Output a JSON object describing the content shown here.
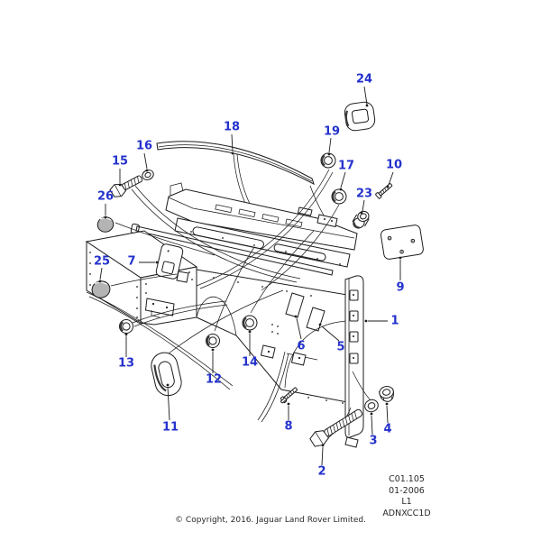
{
  "callouts": {
    "p1": "1",
    "p2": "2",
    "p3": "3",
    "p4": "4",
    "p5": "5",
    "p6": "6",
    "p7": "7",
    "p8": "8",
    "p9": "9",
    "p10": "10",
    "p11": "11",
    "p12": "12",
    "p13": "13",
    "p14": "14",
    "p15": "15",
    "p16": "16",
    "p17": "17",
    "p18": "18",
    "p19": "19",
    "p23": "23",
    "p24": "24",
    "p25": "25",
    "p26": "26"
  },
  "plate_info": {
    "drawing_code": "C01.105",
    "date_code": "01-2006",
    "sheet": "L1",
    "ref": "ADNXCC1D"
  },
  "footer": {
    "copyright": "© Copyright, 2016. Jaguar Land Rover Limited."
  },
  "colors": {
    "callout": "#2432cc",
    "line": "#1c1c1c",
    "cap-fill": "#b4b4b4",
    "background": "#ffffff"
  }
}
